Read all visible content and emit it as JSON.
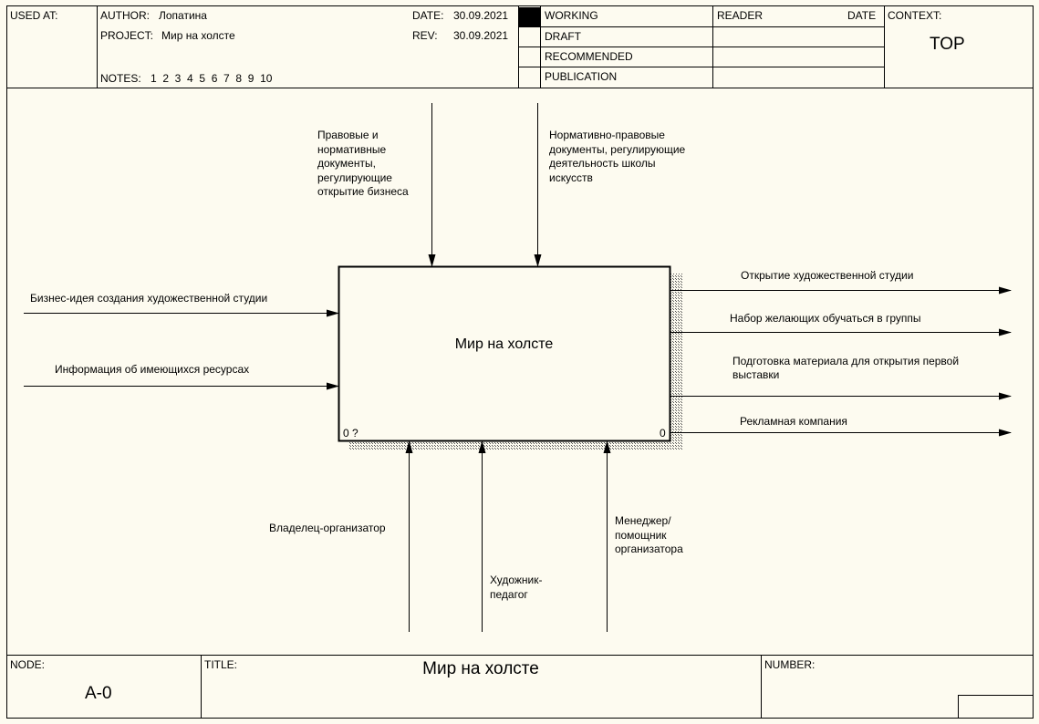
{
  "header": {
    "used_at": "USED AT:",
    "author_label": "AUTHOR:",
    "author": "Лопатина",
    "project_label": "PROJECT:",
    "project": "Мир на холсте",
    "date_label": "DATE:",
    "date": "30.09.2021",
    "rev_label": "REV:",
    "rev": "30.09.2021",
    "notes_label": "NOTES:",
    "notes": "1  2  3  4  5  6  7  8  9  10",
    "status": [
      "WORKING",
      "DRAFT",
      "RECOMMENDED",
      "PUBLICATION"
    ],
    "reader": "READER",
    "reader_date": "DATE",
    "context_label": "CONTEXT:",
    "context_value": "TOP"
  },
  "diagram": {
    "box_title": "Мир на холсте",
    "box_left_code": "0 ?",
    "box_right_code": "0",
    "controls": [
      "Правовые и нормативные документы, регулирующие открытие бизнеса",
      "Нормативно-правовые документы, регулирующие деятельность школы искусств"
    ],
    "inputs": [
      "Бизнес-идея создания художественной студии",
      "Информация об имеющихся ресурсах"
    ],
    "outputs": [
      "Открытие художественной студии",
      "Набор желающих обучаться в группы",
      "Подготовка материала для открытия первой выставки",
      "Рекламная компания"
    ],
    "mechanisms": [
      "Владелец-организатор",
      "Художник-педагог",
      "Менеджер/ помощник организатора"
    ]
  },
  "footer": {
    "node_label": "NODE:",
    "node_value": "A-0",
    "title_label": "TITLE:",
    "title_value": "Мир на холсте",
    "number_label": "NUMBER:"
  }
}
